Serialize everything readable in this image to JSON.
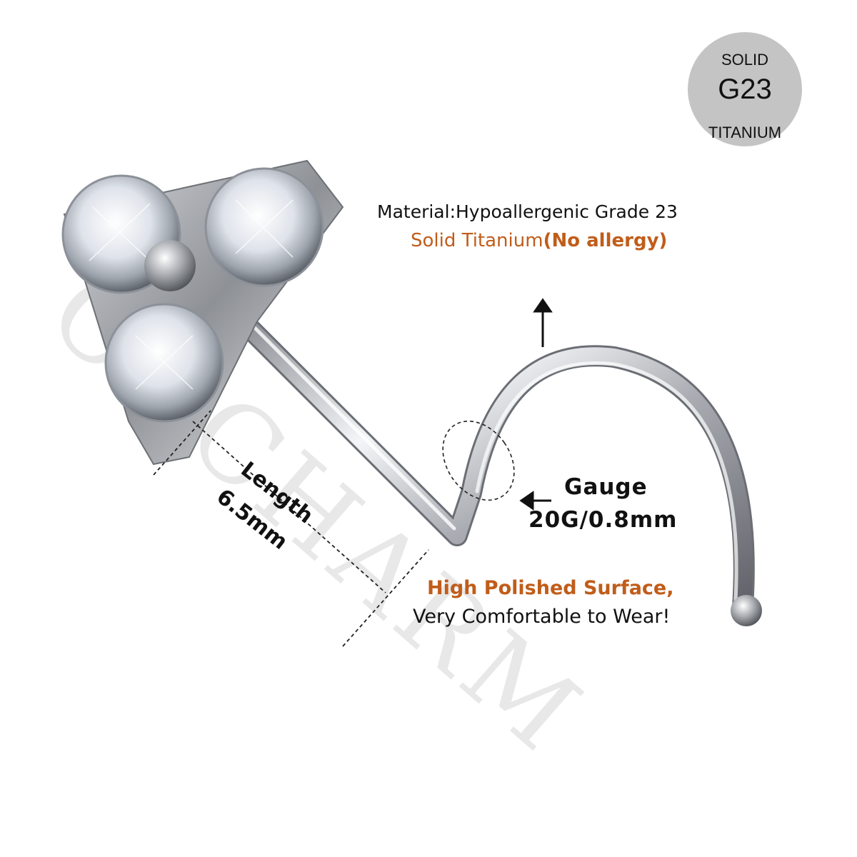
{
  "badge": {
    "line1": "SOLID",
    "line2": "G23",
    "line3": "TITANIUM"
  },
  "material": {
    "label": "Material:Hypoallergenic Grade 23"
  },
  "solid": {
    "prefix": "Solid Titanium",
    "suffix": "(No allergy)"
  },
  "gauge": {
    "label": "Gauge",
    "value": "20G/0.8mm"
  },
  "length": {
    "label": "Length",
    "value": "6.5mm"
  },
  "surface": {
    "line1": "High Polished Surface,",
    "line2": "Very Comfortable to Wear!"
  },
  "watermark": {
    "text": "COCHARM"
  },
  "colors": {
    "accent": "#c05d1a",
    "badge": "#c4c4c4",
    "metal": "#b9bcc2"
  }
}
